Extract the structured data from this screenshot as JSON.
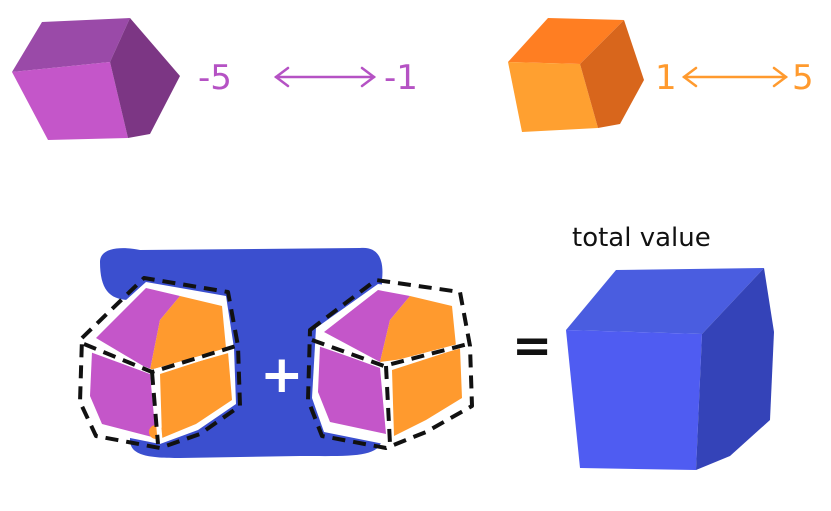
{
  "legend": {
    "negative": {
      "min_label": "-5",
      "max_label": "-1",
      "color": "#b552c4"
    },
    "positive": {
      "min_label": "1",
      "max_label": "5",
      "color": "#ff9a2e"
    }
  },
  "equation": {
    "plus_symbol": "+",
    "equals_symbol": "=",
    "result_label": "total value",
    "result_color": "#3f51d8",
    "background_color": "#3b4fcf"
  }
}
